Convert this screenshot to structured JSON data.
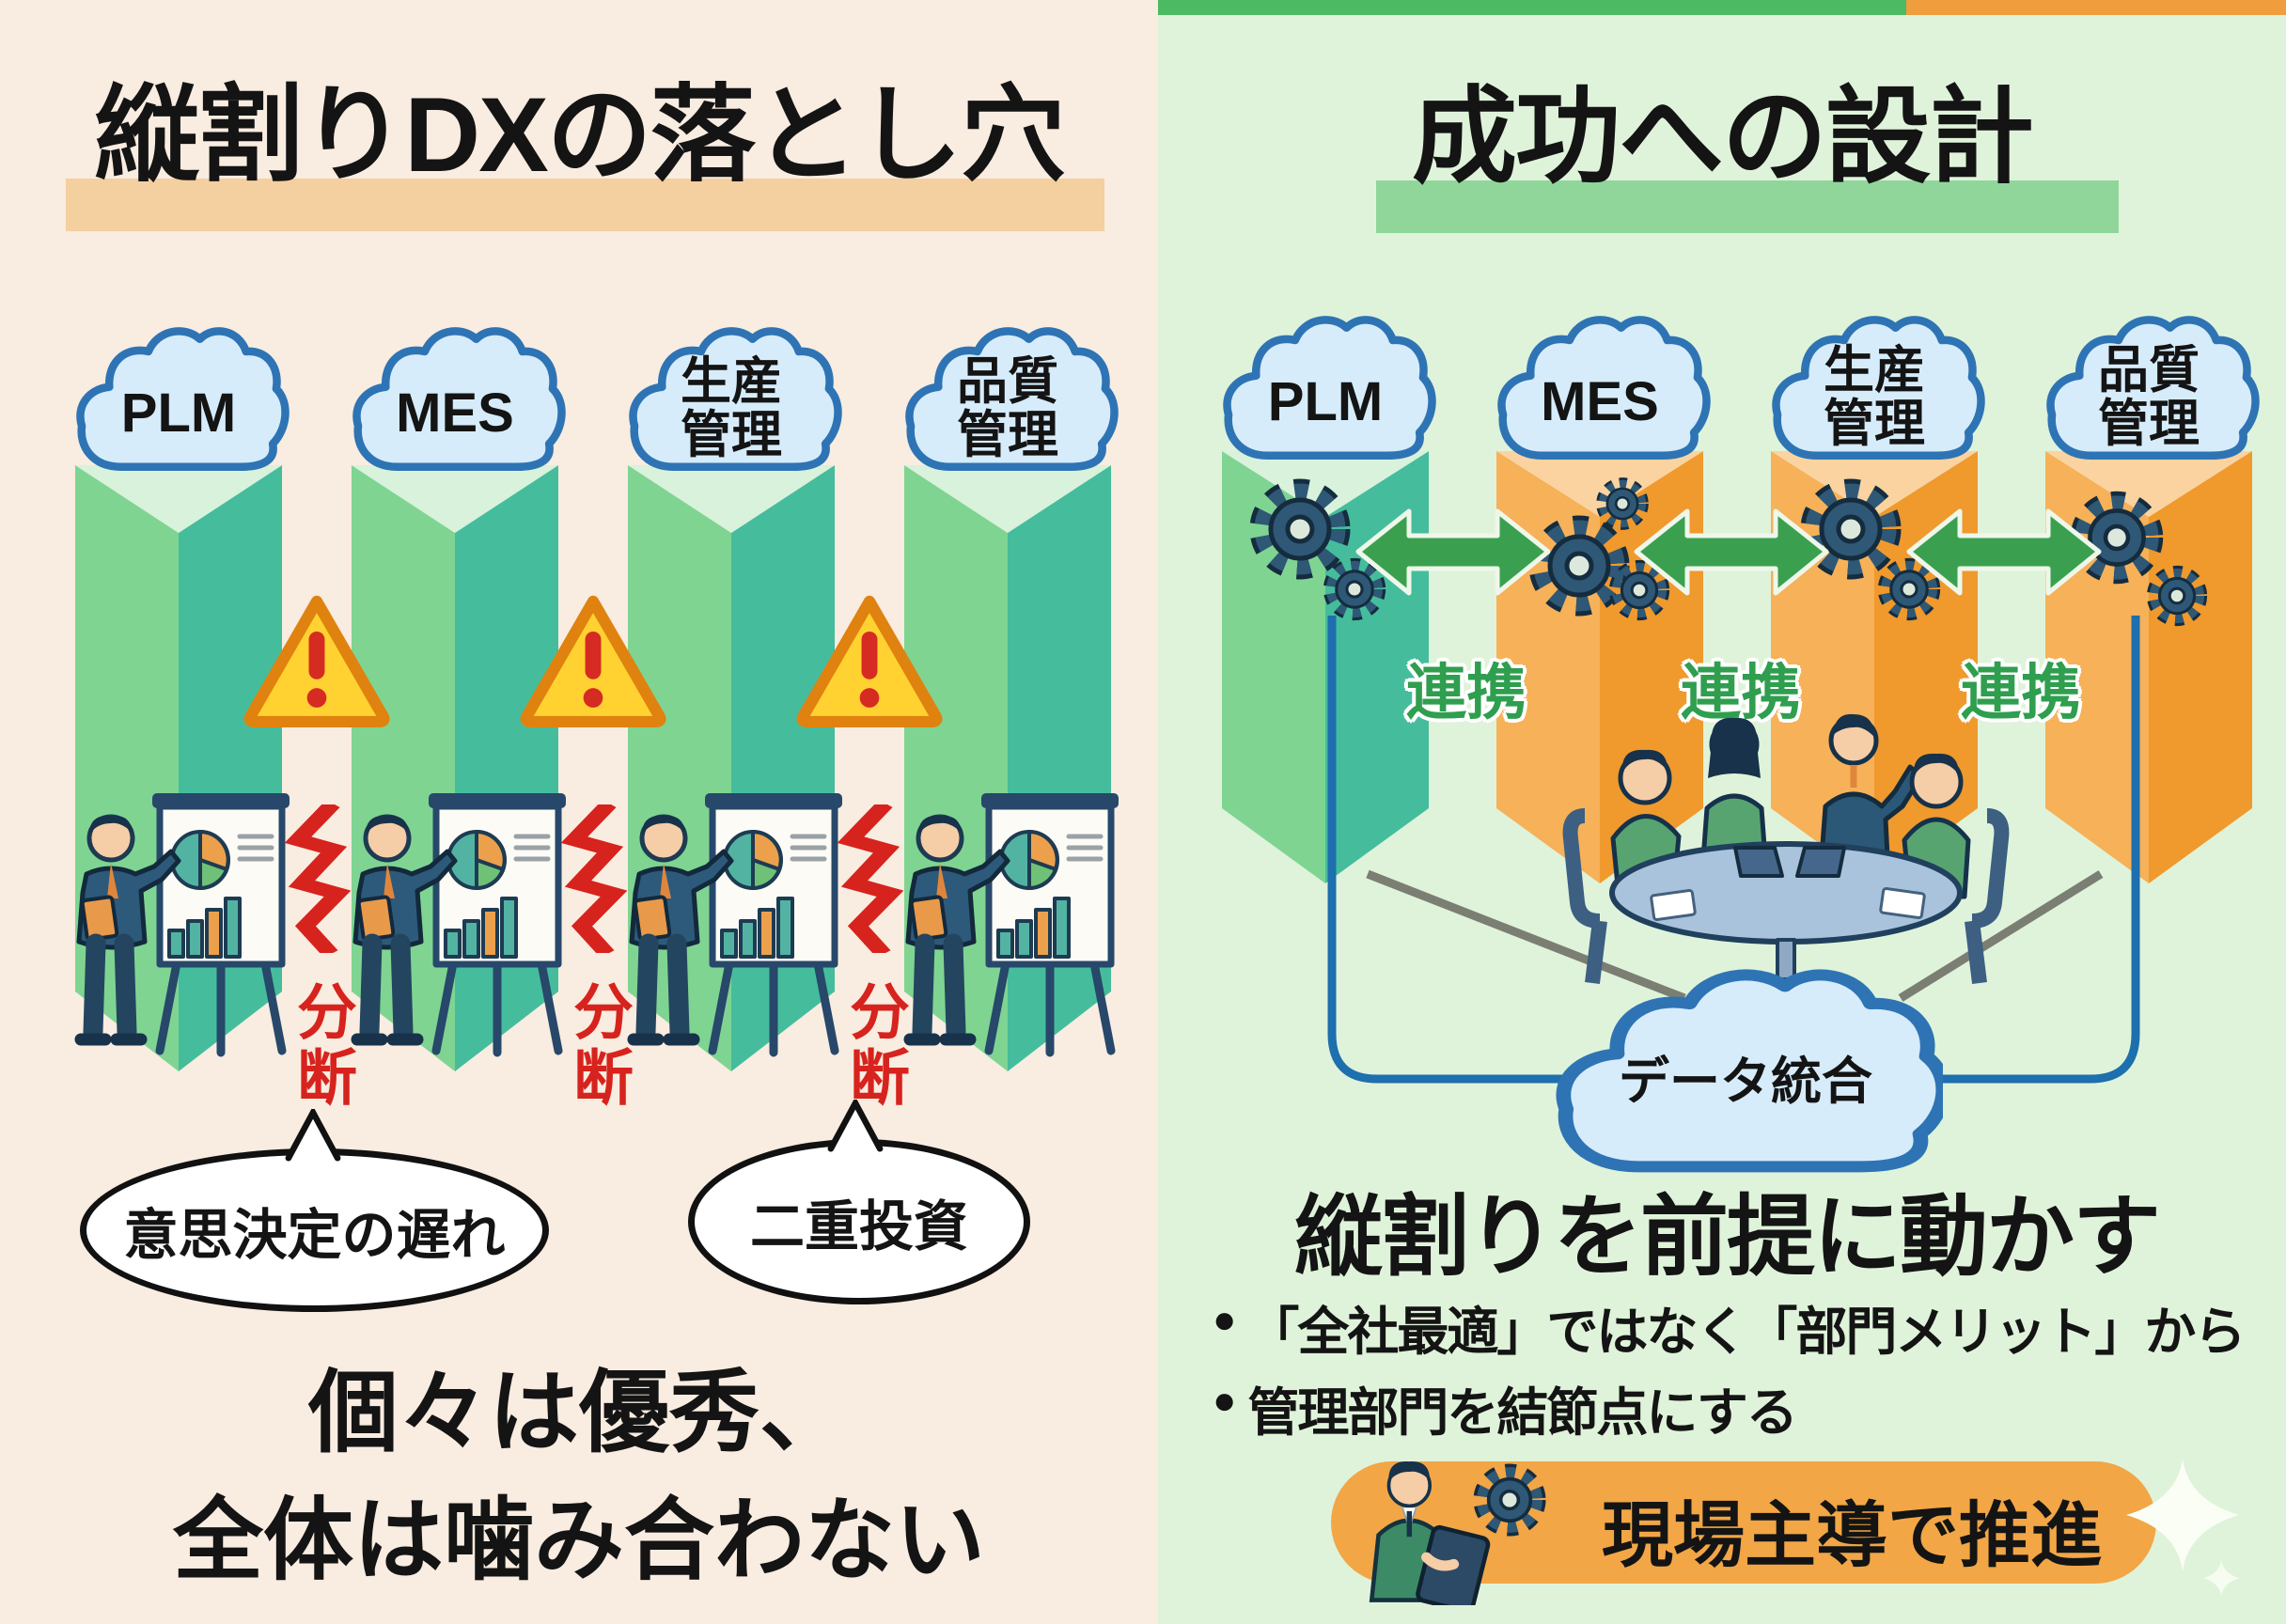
{
  "left_panel": {
    "title": "縦割りDXの落とし穴",
    "systems": [
      "PLM",
      "MES",
      "生産管理",
      "品質管理"
    ],
    "disconnect_label": "分断",
    "speech_bubbles": [
      "意思決定の遅れ",
      "二重投資"
    ],
    "conclusion": [
      "個々は優秀、",
      "全体は噛み合わない"
    ]
  },
  "right_panel": {
    "title": "成功への設計",
    "systems": [
      "PLM",
      "MES",
      "生産管理",
      "品質管理"
    ],
    "link_label": "連携",
    "data_cloud_label": "データ統合",
    "subheading": "縦割りを前提に動かす",
    "bullet_marker": "●",
    "bullets": [
      "「全社最適」ではなく「部門メリット」から",
      "管理部門を結節点にする"
    ],
    "badge_label": "現場主導で推進"
  },
  "colors": {
    "left_background": "#f9ece0",
    "right_background": "#dff3da",
    "left_title_highlight": "#f4cf9f",
    "right_title_highlight": "#90d69b",
    "top_bar_green": "#4cb963",
    "top_bar_orange": "#f09d3d",
    "cloud_fill": "#d6ecfa",
    "cloud_border": "#2e74b5",
    "pillar_green_light": "#7fd492",
    "pillar_green_dark": "#45bd9d",
    "pillar_orange_light": "#f6b159",
    "pillar_orange_dark": "#f0992d",
    "warning_yellow": "#ffd231",
    "warning_border": "#e0820f",
    "alert_red": "#d7231d",
    "link_green": "#2f9e4f",
    "gear_navy": "#2f5876",
    "bracket_blue": "#1d6fad",
    "connector_gray": "#7b7e73",
    "badge_orange": "#f2a646"
  }
}
